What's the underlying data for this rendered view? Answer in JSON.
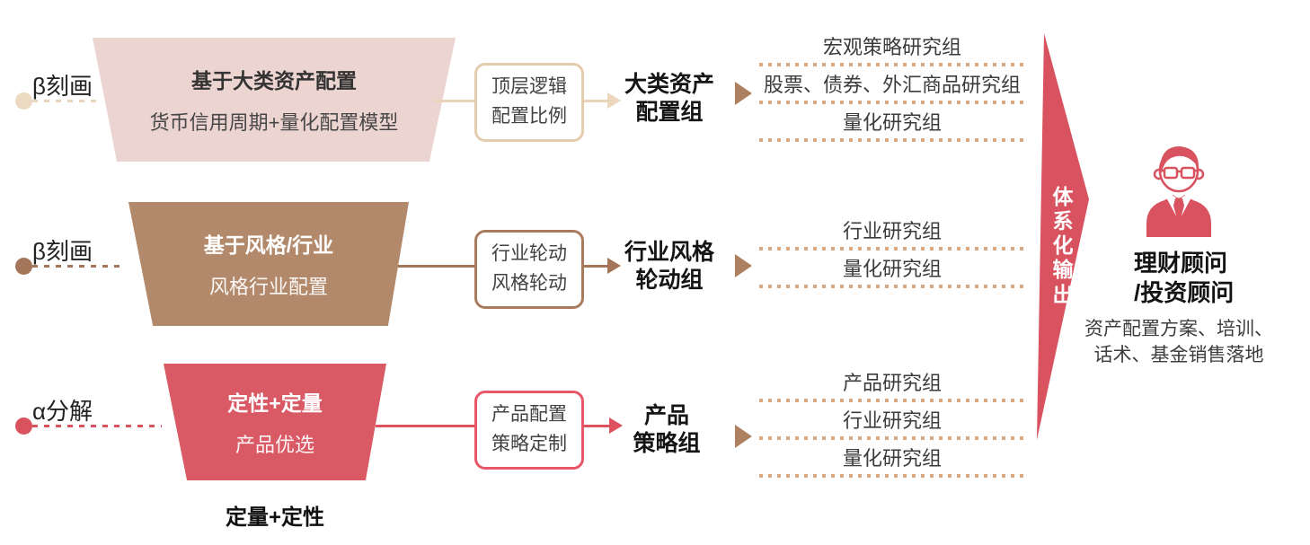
{
  "rows": [
    {
      "side_label": "β刻画",
      "funnel": {
        "title": "基于大类资产配置",
        "subtitle": "货币信用周期+量化配置模型"
      },
      "process_box": {
        "line1": "顶层逻辑",
        "line2": "配置比例"
      },
      "group": {
        "line1": "大类资产",
        "line2": "配置组"
      },
      "teams": [
        "宏观策略研究组",
        "股票、债券、外汇商品研究组",
        "量化研究组"
      ]
    },
    {
      "side_label": "β刻画",
      "funnel": {
        "title": "基于风格/行业",
        "subtitle": "风格行业配置"
      },
      "process_box": {
        "line1": "行业轮动",
        "line2": "风格轮动"
      },
      "group": {
        "line1": "行业风格",
        "line2": "轮动组"
      },
      "teams": [
        "行业研究组",
        "量化研究组"
      ]
    },
    {
      "side_label": "α分解",
      "funnel": {
        "title": "定性+定量",
        "subtitle": "产品优选"
      },
      "process_box": {
        "line1": "产品配置",
        "line2": "策略定制"
      },
      "group": {
        "line1": "产品",
        "line2": "策略组"
      },
      "teams": [
        "产品研究组",
        "行业研究组",
        "量化研究组"
      ]
    }
  ],
  "bottom_label": "定量+定性",
  "output_banner": {
    "label": "体系化输出"
  },
  "advisor": {
    "title_line1": "理财顾问",
    "title_line2": "/投资顾问",
    "desc_line1": "资产配置方案、培训、",
    "desc_line2": "话术、基金销售落地"
  },
  "colors": {
    "row1_funnel_pink": "#ecd4d1",
    "row1_accent_tan": "#e6ccae",
    "row2_funnel_brown": "#b3896b",
    "row2_accent_brown": "#a3765a",
    "row3_funnel_red": "#d95965",
    "row3_accent_red": "#e0515f",
    "banner_red": "#d8525f",
    "dotted_separator_tan": "#dba981",
    "triangle_brown": "#ad8060"
  }
}
